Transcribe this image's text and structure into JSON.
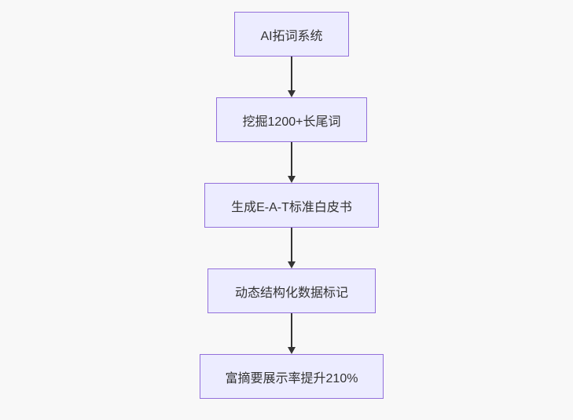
{
  "diagram": {
    "type": "flowchart",
    "direction": "top-down",
    "style": {
      "page_background": "#f8f8f8",
      "node_fill": "#ECECFF",
      "node_border": "#9370DB",
      "node_text_color": "#333333",
      "arrow_color": "#333333"
    },
    "nodes": [
      {
        "id": "n1",
        "label": "AI拓词系统"
      },
      {
        "id": "n2",
        "label": "挖掘1200+长尾词"
      },
      {
        "id": "n3",
        "label": "生成E-A-T标准白皮书"
      },
      {
        "id": "n4",
        "label": "动态结构化数据标记"
      },
      {
        "id": "n5",
        "label": "富摘要展示率提升210%"
      }
    ],
    "edges": [
      {
        "from": "n1",
        "to": "n2",
        "arrow": "down"
      },
      {
        "from": "n2",
        "to": "n3",
        "arrow": "down"
      },
      {
        "from": "n3",
        "to": "n4",
        "arrow": "down"
      },
      {
        "from": "n4",
        "to": "n5",
        "arrow": "down"
      }
    ]
  }
}
